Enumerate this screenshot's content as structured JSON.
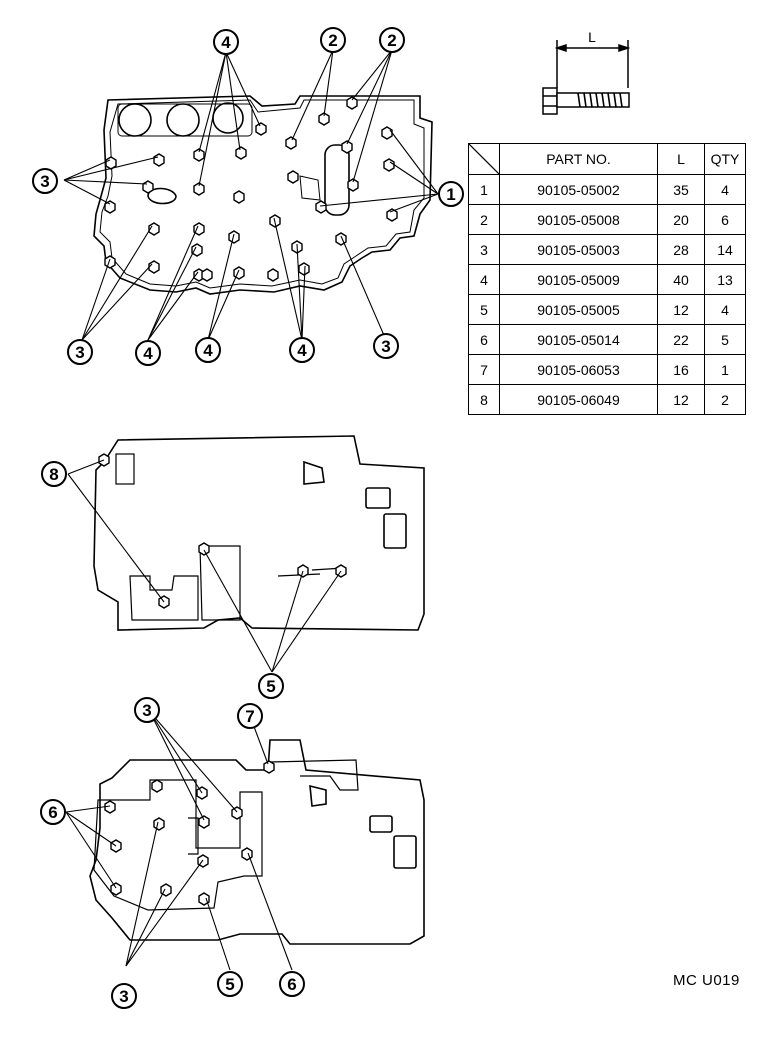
{
  "table": {
    "headers": {
      "part_no": "PART NO.",
      "length": "L",
      "qty": "QTY"
    },
    "rows": [
      {
        "idx": "1",
        "part_no": "90105-05002",
        "length": "35",
        "qty": "4"
      },
      {
        "idx": "2",
        "part_no": "90105-05008",
        "length": "20",
        "qty": "6"
      },
      {
        "idx": "3",
        "part_no": "90105-05003",
        "length": "28",
        "qty": "14"
      },
      {
        "idx": "4",
        "part_no": "90105-05009",
        "length": "40",
        "qty": "13"
      },
      {
        "idx": "5",
        "part_no": "90105-05005",
        "length": "12",
        "qty": "4"
      },
      {
        "idx": "6",
        "part_no": "90105-05014",
        "length": "22",
        "qty": "5"
      },
      {
        "idx": "7",
        "part_no": "90105-06053",
        "length": "16",
        "qty": "1"
      },
      {
        "idx": "8",
        "part_no": "90105-06049",
        "length": "12",
        "qty": "2"
      }
    ]
  },
  "bolt_dimension_label": "L",
  "reference_code": "MC  U019",
  "callouts": {
    "top_4_top": "4",
    "top_2_left": "2",
    "top_2_right": "2",
    "top_3_left": "3",
    "top_1_right": "1",
    "top_3_bottom_left": "3",
    "top_4_bottom_a": "4",
    "top_4_bottom_b": "4",
    "top_4_bottom_c": "4",
    "top_3_bottom_right": "3",
    "mid_8": "8",
    "mid_5": "5",
    "bot_3_top": "3",
    "bot_7": "7",
    "bot_6_left": "6",
    "bot_3_bottom": "3",
    "bot_5": "5",
    "bot_6_bottom": "6"
  }
}
